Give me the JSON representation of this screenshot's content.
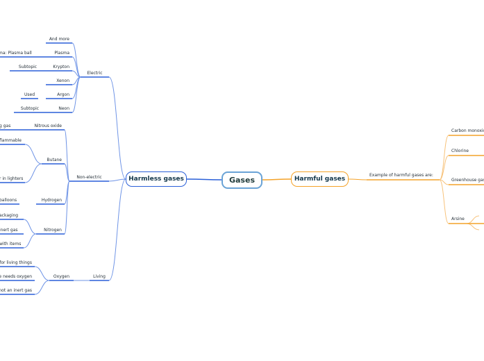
{
  "colors": {
    "central_border": "#6aa3d6",
    "left_branch": "#2a5fd8",
    "left_connector": "#6f94e6",
    "right_branch": "#f4a228",
    "right_connector": "#f7c27a",
    "text": "#1f2a33"
  },
  "central": {
    "label": "Gases"
  },
  "harmless": {
    "label": "Harmless gases",
    "electric": {
      "label": "Electric",
      "items": [
        {
          "label": "And more"
        },
        {
          "label": "Plasma",
          "child": "ma: Plasma ball"
        },
        {
          "label": "Krypton",
          "child": "Subtopic"
        },
        {
          "label": "Xenon"
        },
        {
          "label": "Argon",
          "child": "Used"
        },
        {
          "label": "Neon",
          "child": "Subtopic"
        }
      ]
    },
    "non_electric": {
      "label": "Non-electric",
      "items": [
        {
          "label": "Nitrous oxide",
          "children": [
            "g gas"
          ]
        },
        {
          "label": "Butane",
          "children": [
            "flammable",
            "r in lighters"
          ]
        },
        {
          "label": "Hydrogen",
          "children": [
            "balloons"
          ]
        },
        {
          "label": "Nitrogen",
          "children": [
            "ackaging",
            "inert gas",
            "with items"
          ]
        }
      ]
    },
    "living": {
      "label": "Living",
      "items": [
        {
          "label": "Oxygen",
          "children": [
            "d for living things",
            "re needs oxygen",
            "s not an inert gas"
          ]
        }
      ]
    }
  },
  "harmful": {
    "label": "Harmful gases",
    "example": {
      "label": "Example of harmful gases are:",
      "items": [
        "Carbon monoxide",
        "Chlorine",
        "Greenhouse gas",
        "Arsine"
      ]
    }
  }
}
